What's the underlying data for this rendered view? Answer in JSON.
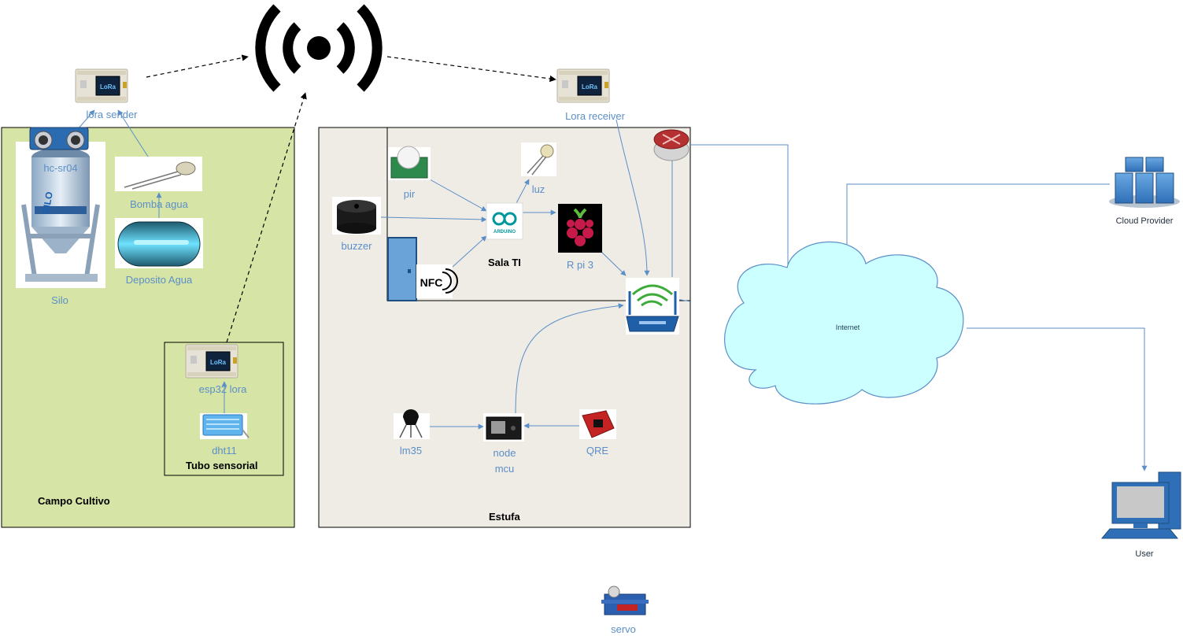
{
  "zones": {
    "campo": "Campo Cultivo",
    "tubo": "Tubo sensorial",
    "estufa": "Estufa",
    "sala": "Sala TI"
  },
  "nodes": {
    "lora_sender": "lora sender",
    "lora_receiver": "Lora receiver",
    "hc_sr04": "hc-sr04",
    "bomba": "Bomba agua",
    "deposito": "Deposito Agua",
    "silo": "Silo",
    "silo_text": "SILO",
    "esp32": "esp32 lora",
    "dht11": "dht11",
    "pir": "pir",
    "luz": "luz",
    "buzzer": "buzzer",
    "rpi": "R pi 3",
    "lm35": "lm35",
    "node_line1": "node",
    "node_line2": "mcu",
    "qre": "QRE",
    "internet": "Internet",
    "cloud_provider": "Cloud Provider",
    "user": "User",
    "servo": "servo",
    "lora_badge": "LoRa",
    "nfc_badge": "NFC",
    "arduino_badge": "ARDUINO"
  },
  "colors": {
    "campo_fill": "#d6e4a5",
    "estufa_fill": "#efebe5",
    "edge": "#5b8fc7",
    "cloud": "#ccffff"
  }
}
